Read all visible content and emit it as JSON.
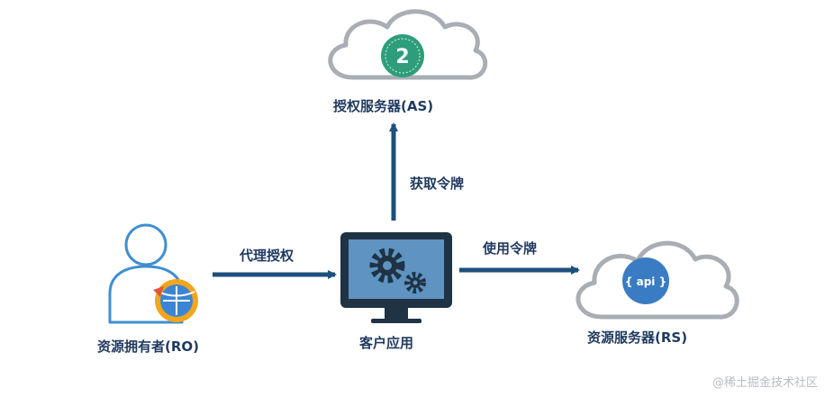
{
  "nodes": {
    "auth_server": {
      "label": "授权服务器(AS)",
      "badge": "2"
    },
    "client": {
      "label": "客户应用"
    },
    "resource_owner": {
      "label": "资源拥有者(RO)"
    },
    "resource_server": {
      "label": "资源服务器(RS)",
      "badge": "{ api }"
    }
  },
  "edges": {
    "delegate": "代理授权",
    "get_token": "获取令牌",
    "use_token": "使用令牌"
  },
  "watermark": "@稀土掘金技术社区",
  "colors": {
    "arrow": "#1d4f7c",
    "label": "#1f3a5f",
    "cloud_stroke": "#a9aeb5",
    "monitor": "#1f3344",
    "screen": "#5e93c2",
    "person": "#3f8fd0",
    "badge_green": "#2e9e7a"
  }
}
